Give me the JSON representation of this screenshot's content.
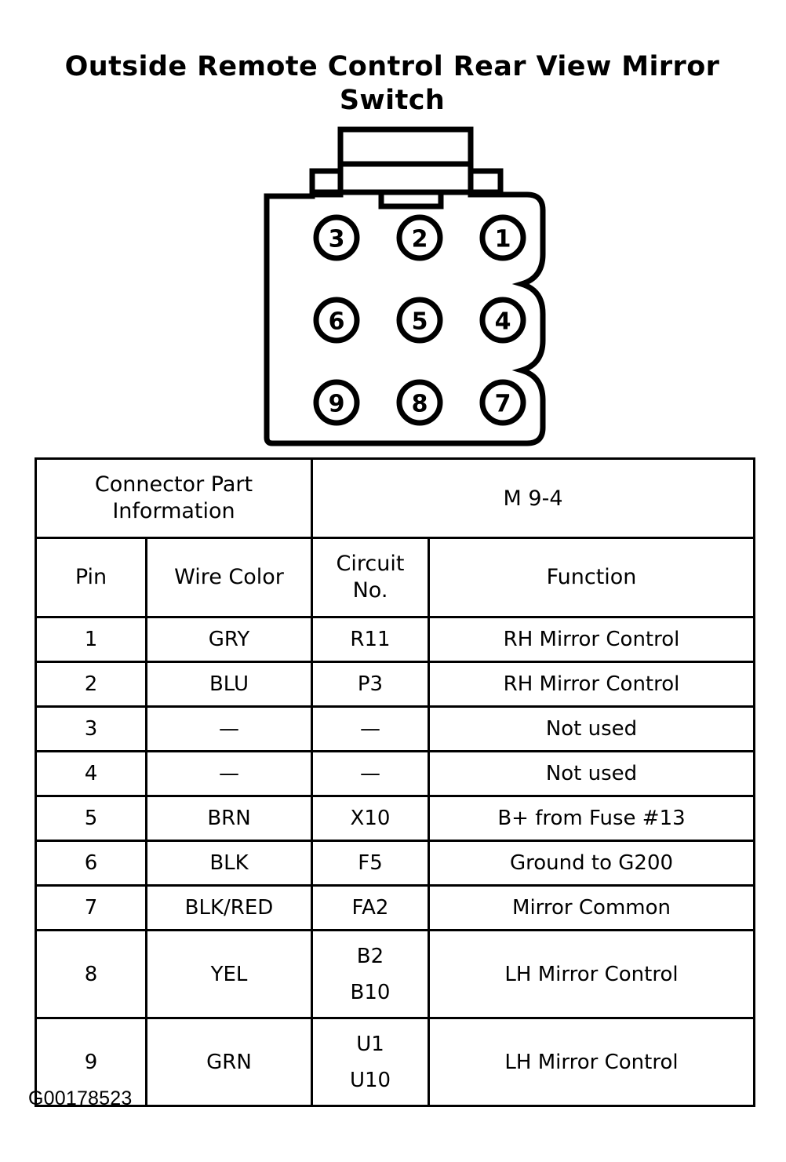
{
  "title": {
    "line1": "Outside Remote Control Rear View Mirror",
    "line2": "Switch"
  },
  "connector": {
    "name": "9-way rectangular connector face view",
    "pin_count": 9,
    "pin_labels_by_row": [
      [
        "3",
        "2",
        "1"
      ],
      [
        "6",
        "5",
        "4"
      ],
      [
        "9",
        "8",
        "7"
      ]
    ],
    "pins": [
      "1",
      "2",
      "3",
      "4",
      "5",
      "6",
      "7",
      "8",
      "9"
    ],
    "outline_color": "#000000",
    "fill_color": "#ffffff"
  },
  "table": {
    "part_info_label": "Connector Part Information",
    "part_info_value": "M 9-4",
    "columns": [
      "Pin",
      "Wire Color",
      "Circuit No.",
      "Function"
    ],
    "column_pin": "Pin",
    "column_wire_color": "Wire Color",
    "column_circuit_no_line1": "Circuit",
    "column_circuit_no_line2": "No.",
    "column_function": "Function",
    "rows": [
      {
        "pin": "1",
        "wire_color": "GRY",
        "circuit_1": "R11",
        "circuit_2": "",
        "function": "RH Mirror Control"
      },
      {
        "pin": "2",
        "wire_color": "BLU",
        "circuit_1": "P3",
        "circuit_2": "",
        "function": "RH Mirror Control"
      },
      {
        "pin": "3",
        "wire_color": "—",
        "circuit_1": "—",
        "circuit_2": "",
        "function": "Not used"
      },
      {
        "pin": "4",
        "wire_color": "—",
        "circuit_1": "—",
        "circuit_2": "",
        "function": "Not used"
      },
      {
        "pin": "5",
        "wire_color": "BRN",
        "circuit_1": "X10",
        "circuit_2": "",
        "function": "B+ from Fuse #13"
      },
      {
        "pin": "6",
        "wire_color": "BLK",
        "circuit_1": "F5",
        "circuit_2": "",
        "function": "Ground to G200"
      },
      {
        "pin": "7",
        "wire_color": "BLK/RED",
        "circuit_1": "FA2",
        "circuit_2": "",
        "function": "Mirror Common"
      },
      {
        "pin": "8",
        "wire_color": "YEL",
        "circuit_1": "B2",
        "circuit_2": "B10",
        "function": "LH Mirror Control"
      },
      {
        "pin": "9",
        "wire_color": "GRN",
        "circuit_1": "U1",
        "circuit_2": "U10",
        "function": "LH Mirror Control"
      }
    ]
  },
  "footer": {
    "code": "G00178523"
  }
}
